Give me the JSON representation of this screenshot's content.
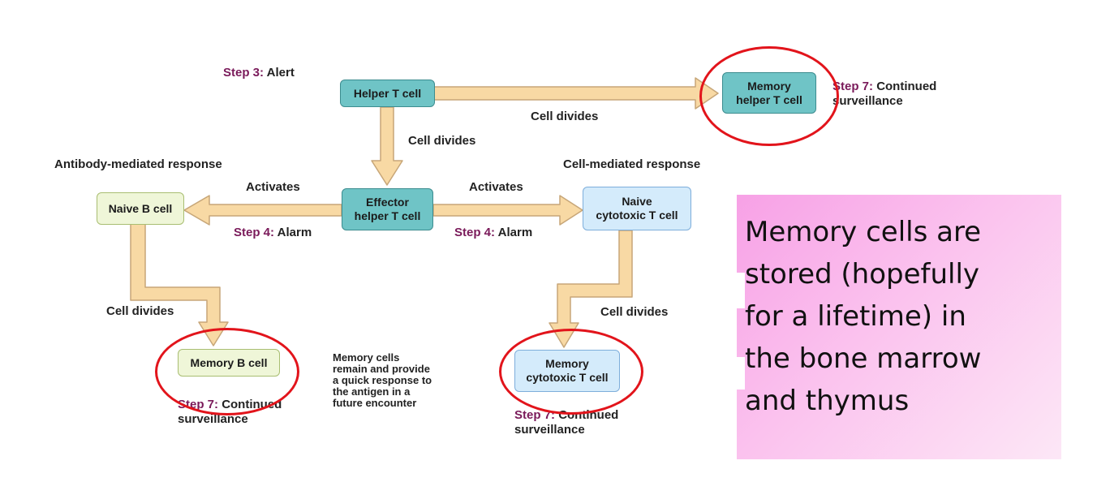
{
  "steps": {
    "step3": {
      "prefix": "Step 3:",
      "text": "Alert"
    },
    "step4_left": {
      "prefix": "Step 4:",
      "text": "Alarm"
    },
    "step4_right": {
      "prefix": "Step 4:",
      "text": "Alarm"
    },
    "step7_helper": {
      "prefix": "Step 7:",
      "text1": "Continued",
      "text2": "surveillance"
    },
    "step7_b": {
      "prefix": "Step 7:",
      "text1": "Continued",
      "text2": "surveillance"
    },
    "step7_cyto": {
      "prefix": "Step 7:",
      "text1": "Continued",
      "text2": "surveillance"
    }
  },
  "cells": {
    "helper_t": "Helper T cell",
    "memory_helper_t": {
      "line1": "Memory",
      "line2": "helper T cell"
    },
    "effector_helper_t": {
      "line1": "Effector",
      "line2": "helper T cell"
    },
    "naive_b": "Naive B cell",
    "naive_cytotoxic_t": {
      "line1": "Naive",
      "line2": "cytotoxic T cell"
    },
    "memory_b": "Memory B cell",
    "memory_cytotoxic_t": {
      "line1": "Memory",
      "line2": "cytotoxic T cell"
    }
  },
  "labels": {
    "cell_divides_top": "Cell divides",
    "cell_divides_mid": "Cell divides",
    "cell_divides_left": "Cell divides",
    "cell_divides_right": "Cell divides",
    "activates_left": "Activates",
    "activates_right": "Activates",
    "antibody_response": "Antibody-mediated response",
    "cell_response": "Cell-mediated response"
  },
  "memory_note": [
    "Memory cells",
    "remain and provide",
    "a quick response to",
    "the antigen in a",
    "future encounter"
  ],
  "callout": {
    "lines": [
      "Memory cells are",
      "stored (hopefully",
      "for a lifetime) in",
      "the bone marrow",
      "and thymus"
    ]
  },
  "colors": {
    "arrow_fill": "#f8d9a4",
    "arrow_stroke": "#c7a678",
    "highlight_ring": "#e2141b",
    "step_label": "#7a1a5a",
    "callout_bg": "#f7a1e6"
  }
}
